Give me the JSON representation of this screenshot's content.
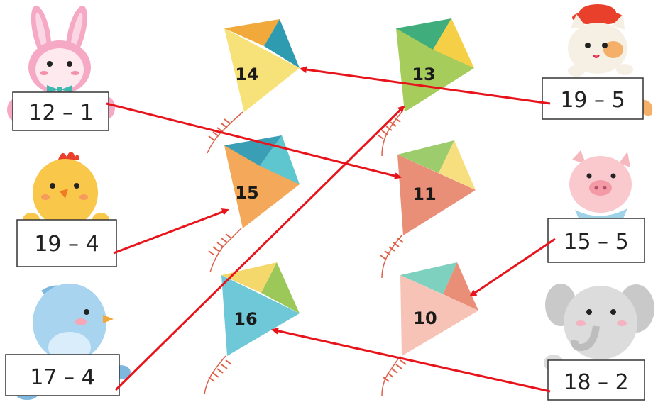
{
  "expressions": [
    {
      "text": "12 – 1",
      "animal": "bunny-icon"
    },
    {
      "text": "19 – 4",
      "animal": "chick-icon"
    },
    {
      "text": "17 – 4",
      "animal": "bird-icon"
    },
    {
      "text": "19 – 5",
      "animal": "cat-icon"
    },
    {
      "text": "15 – 5",
      "animal": "pig-icon"
    },
    {
      "text": "18 – 2",
      "animal": "elephant-icon"
    }
  ],
  "kites": [
    {
      "value": "14",
      "colors": [
        "#f7e27a",
        "#f2a93b",
        "#2f9bb0"
      ]
    },
    {
      "value": "15",
      "colors": [
        "#f4a95a",
        "#3a9fb5",
        "#5ec6cf"
      ]
    },
    {
      "value": "16",
      "colors": [
        "#6ec8d8",
        "#f5d86b",
        "#9cc85a"
      ]
    },
    {
      "value": "13",
      "colors": [
        "#a6cc5b",
        "#3fae7c",
        "#f5cf45"
      ]
    },
    {
      "value": "11",
      "colors": [
        "#e98f77",
        "#9ccc6b",
        "#f7df80"
      ]
    },
    {
      "value": "10",
      "colors": [
        "#f7c3b6",
        "#7ed0bf",
        "#e98f77"
      ]
    }
  ],
  "matches": [
    {
      "expression": "12 – 1",
      "kite": "11"
    },
    {
      "expression": "19 – 4",
      "kite": "15"
    },
    {
      "expression": "17 – 4",
      "kite": "13"
    },
    {
      "expression": "19 – 5",
      "kite": "14"
    },
    {
      "expression": "15 – 5",
      "kite": "10"
    },
    {
      "expression": "18 – 2",
      "kite": "16"
    }
  ],
  "line_color": "#e8141c"
}
